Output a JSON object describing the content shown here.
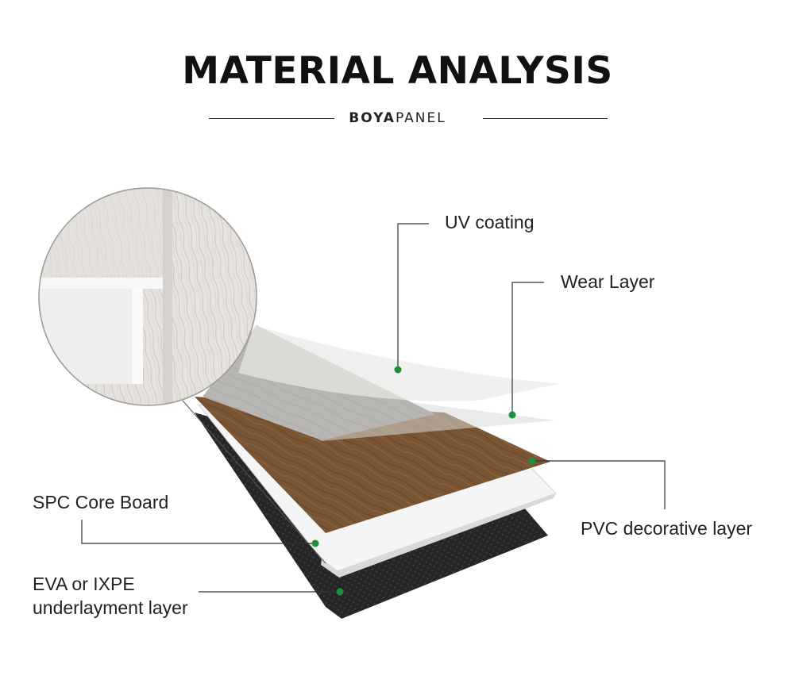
{
  "header": {
    "title": "MATERIAL ANALYSIS",
    "brand_bold": "BOYA",
    "brand_light": "PANEL"
  },
  "labels": {
    "uv": "UV coating",
    "wear": "Wear Layer",
    "pvc": "PVC decorative layer",
    "spc": "SPC Core Board",
    "eva_line1": "EVA or IXPE",
    "eva_line2": "underlayment layer"
  },
  "colors": {
    "marker": "#1f8f3a",
    "leader": "#333333",
    "wood": "#7a5533",
    "core": "#f4f4f4",
    "underlay": "#262626",
    "uv_film": "#e9e9e7",
    "wear_film": "#d9d9d7",
    "texture_light": "#e6e3df"
  }
}
